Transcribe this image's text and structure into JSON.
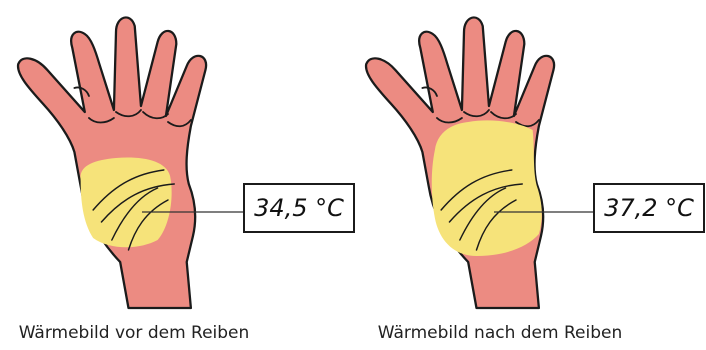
{
  "panels": [
    {
      "caption": "Wärmebild vor dem Reiben",
      "temperature": "34,5 °C"
    },
    {
      "caption": "Wärmebild nach dem Reiben",
      "temperature": "37,2 °C"
    }
  ],
  "colors": {
    "skin": "#ec8b82",
    "warm": "#f6e37a",
    "outline": "#1b1b1b"
  }
}
